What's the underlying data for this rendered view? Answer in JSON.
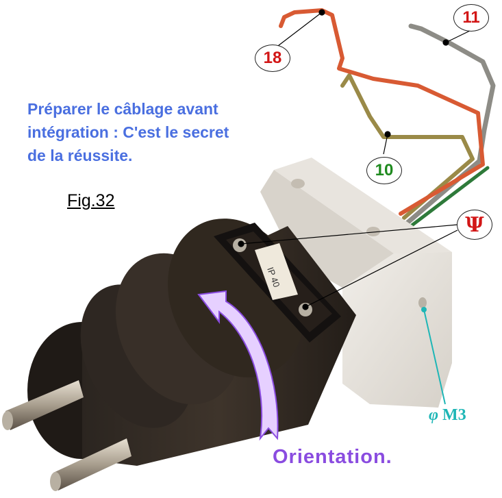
{
  "caption": {
    "lines": [
      "Préparer le câblage avant",
      "intégration : C'est le secret",
      "de la réussite."
    ]
  },
  "figure_label": "Fig.32",
  "labels": {
    "wire_18": "18",
    "wire_11": "11",
    "wire_10": "10",
    "psi": "Ψ",
    "hole": "M3",
    "hole_symbol": "φ",
    "orientation": "Orientation.",
    "plug_marking": "IP 40"
  },
  "colors": {
    "caption": "#4a6fe0",
    "orientation": "#8a4ce0",
    "hole_label": "#1eb6b6",
    "red_label": "#d21616",
    "green_label": "#1e8a1e"
  }
}
